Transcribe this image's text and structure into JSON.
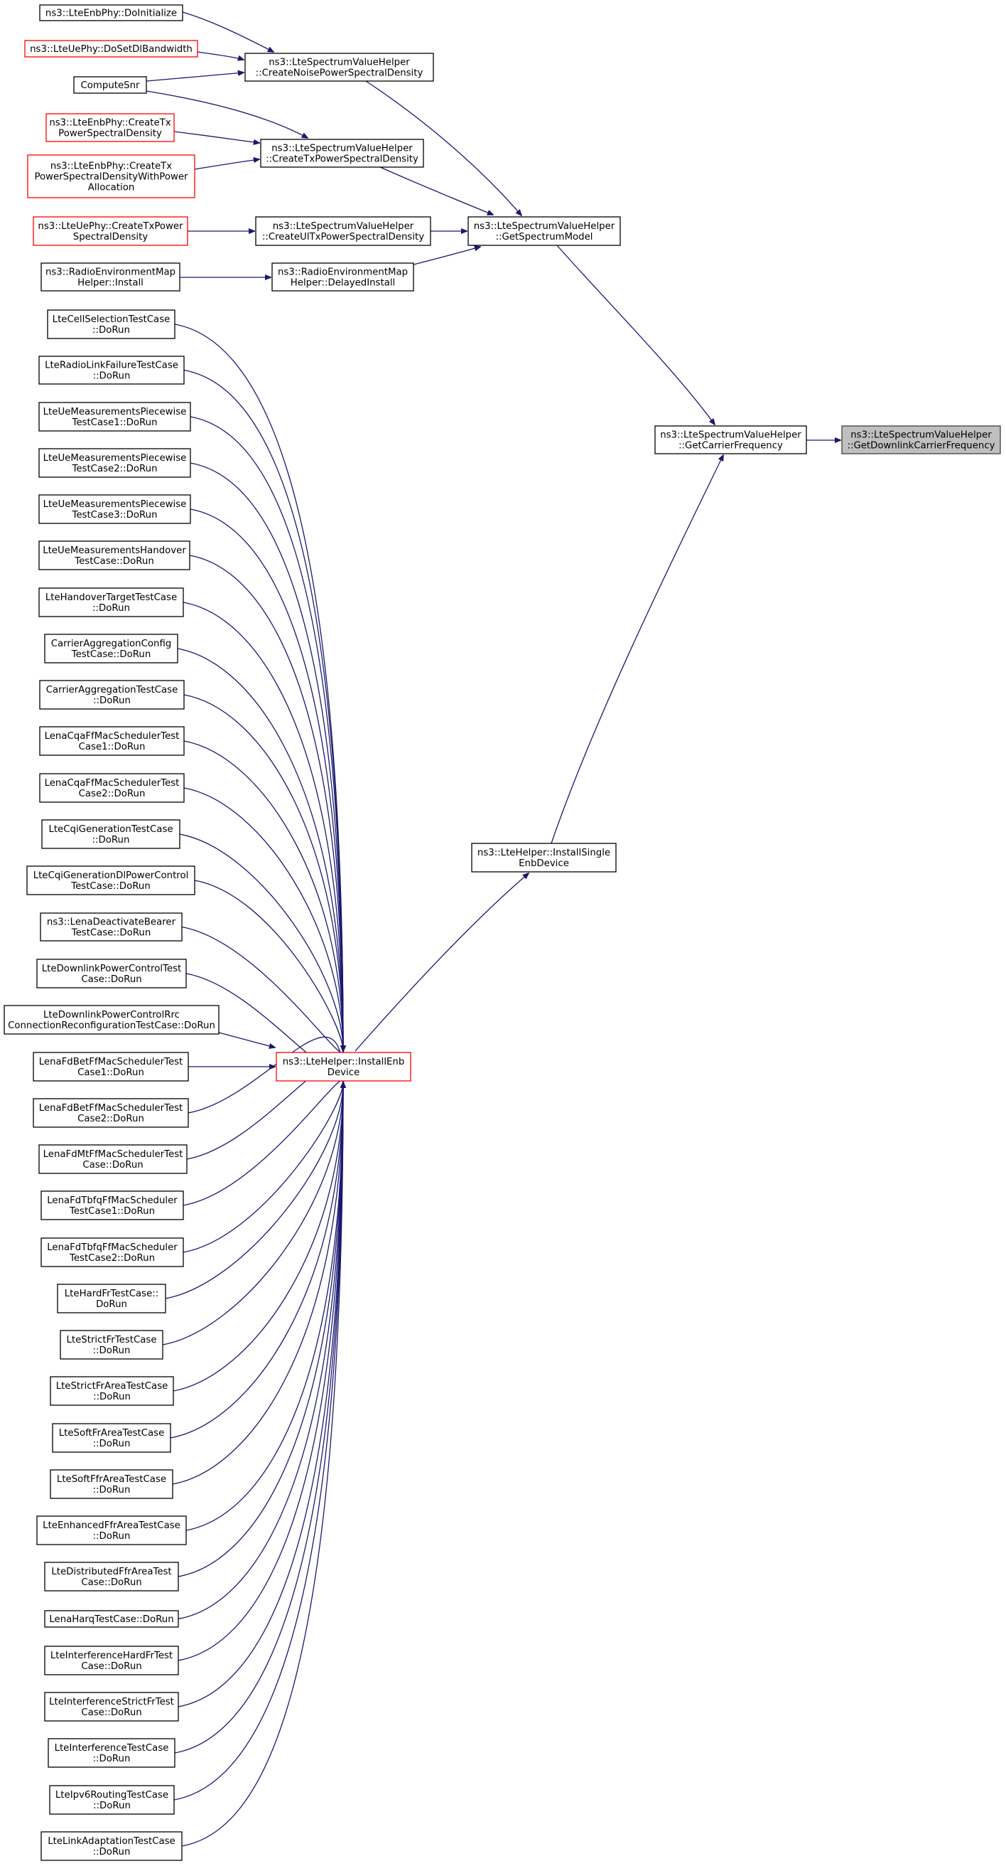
{
  "nodes": {
    "getdownlink": [
      "ns3::LteSpectrumValueHelper",
      "::GetDownlinkCarrierFrequency"
    ],
    "getcarrier": [
      "ns3::LteSpectrumValueHelper",
      "::GetCarrierFrequency"
    ],
    "getspectrum": [
      "ns3::LteSpectrumValueHelper",
      "::GetSpectrumModel"
    ],
    "installsingle": [
      "ns3::LteHelper::InstallSingle",
      "EnbDevice"
    ],
    "createnoise": [
      "ns3::LteSpectrumValueHelper",
      "::CreateNoisePowerSpectralDensity"
    ],
    "createtxpsd": [
      "ns3::LteSpectrumValueHelper",
      "::CreateTxPowerSpectralDensity"
    ],
    "createultx": [
      "ns3::LteSpectrumValueHelper",
      "::CreateUlTxPowerSpectralDensity"
    ],
    "remdelayed": [
      "ns3::RadioEnvironmentMap",
      "Helper::DelayedInstall"
    ],
    "installenb": [
      "ns3::LteHelper::InstallEnb",
      "Device"
    ],
    "enbdoinit": [
      "ns3::LteEnbPhy::DoInitialize"
    ],
    "uesetdl": [
      "ns3::LteUePhy::DoSetDlBandwidth"
    ],
    "computesnr": [
      "ComputeSnr"
    ],
    "enbcreatetx": [
      "ns3::LteEnbPhy::CreateTx",
      "PowerSpectralDensity"
    ],
    "enbcreatetxpa": [
      "ns3::LteEnbPhy::CreateTx",
      "PowerSpectralDensityWithPower",
      "Allocation"
    ],
    "uecreatetx": [
      "ns3::LteUePhy::CreateTxPower",
      "SpectralDensity"
    ],
    "reminstall": [
      "ns3::RadioEnvironmentMap",
      "Helper::Install"
    ],
    "t01": [
      "LteCellSelectionTestCase",
      "::DoRun"
    ],
    "t02": [
      "LteRadioLinkFailureTestCase",
      "::DoRun"
    ],
    "t03": [
      "LteUeMeasurementsPiecewise",
      "TestCase1::DoRun"
    ],
    "t04": [
      "LteUeMeasurementsPiecewise",
      "TestCase2::DoRun"
    ],
    "t05": [
      "LteUeMeasurementsPiecewise",
      "TestCase3::DoRun"
    ],
    "t06": [
      "LteUeMeasurementsHandover",
      "TestCase::DoRun"
    ],
    "t07": [
      "LteHandoverTargetTestCase",
      "::DoRun"
    ],
    "t08": [
      "CarrierAggregationConfig",
      "TestCase::DoRun"
    ],
    "t09": [
      "CarrierAggregationTestCase",
      "::DoRun"
    ],
    "t10": [
      "LenaCqaFfMacSchedulerTest",
      "Case1::DoRun"
    ],
    "t11": [
      "LenaCqaFfMacSchedulerTest",
      "Case2::DoRun"
    ],
    "t12": [
      "LteCqiGenerationTestCase",
      "::DoRun"
    ],
    "t13": [
      "LteCqiGenerationDlPowerControl",
      "TestCase::DoRun"
    ],
    "t14": [
      "ns3::LenaDeactivateBearer",
      "TestCase::DoRun"
    ],
    "t15": [
      "LteDownlinkPowerControlTest",
      "Case::DoRun"
    ],
    "t16": [
      "LteDownlinkPowerControlRrc",
      "ConnectionReconfigurationTestCase::DoRun"
    ],
    "t17": [
      "LenaFdBetFfMacSchedulerTest",
      "Case1::DoRun"
    ],
    "t18": [
      "LenaFdBetFfMacSchedulerTest",
      "Case2::DoRun"
    ],
    "t19": [
      "LenaFdMtFfMacSchedulerTest",
      "Case::DoRun"
    ],
    "t20": [
      "LenaFdTbfqFfMacScheduler",
      "TestCase1::DoRun"
    ],
    "t21": [
      "LenaFdTbfqFfMacScheduler",
      "TestCase2::DoRun"
    ],
    "t22": [
      "LteHardFrTestCase::",
      "DoRun"
    ],
    "t23": [
      "LteStrictFrTestCase",
      "::DoRun"
    ],
    "t24": [
      "LteStrictFrAreaTestCase",
      "::DoRun"
    ],
    "t25": [
      "LteSoftFrAreaTestCase",
      "::DoRun"
    ],
    "t26": [
      "LteSoftFfrAreaTestCase",
      "::DoRun"
    ],
    "t27": [
      "LteEnhancedFfrAreaTestCase",
      "::DoRun"
    ],
    "t28": [
      "LteDistributedFfrAreaTest",
      "Case::DoRun"
    ],
    "t29": [
      "LenaHarqTestCase::DoRun"
    ],
    "t30": [
      "LteInterferenceHardFrTest",
      "Case::DoRun"
    ],
    "t31": [
      "LteInterferenceStrictFrTest",
      "Case::DoRun"
    ],
    "t32": [
      "LteInterferenceTestCase",
      "::DoRun"
    ],
    "t33": [
      "LteIpv6RoutingTestCase",
      "::DoRun"
    ],
    "t34": [
      "LteLinkAdaptationTestCase",
      "::DoRun"
    ]
  },
  "colors": {
    "edge": "#191970",
    "root_fill": "#bfbfbf",
    "highlight_border": "#ff0000",
    "normal_border": "#000000"
  }
}
